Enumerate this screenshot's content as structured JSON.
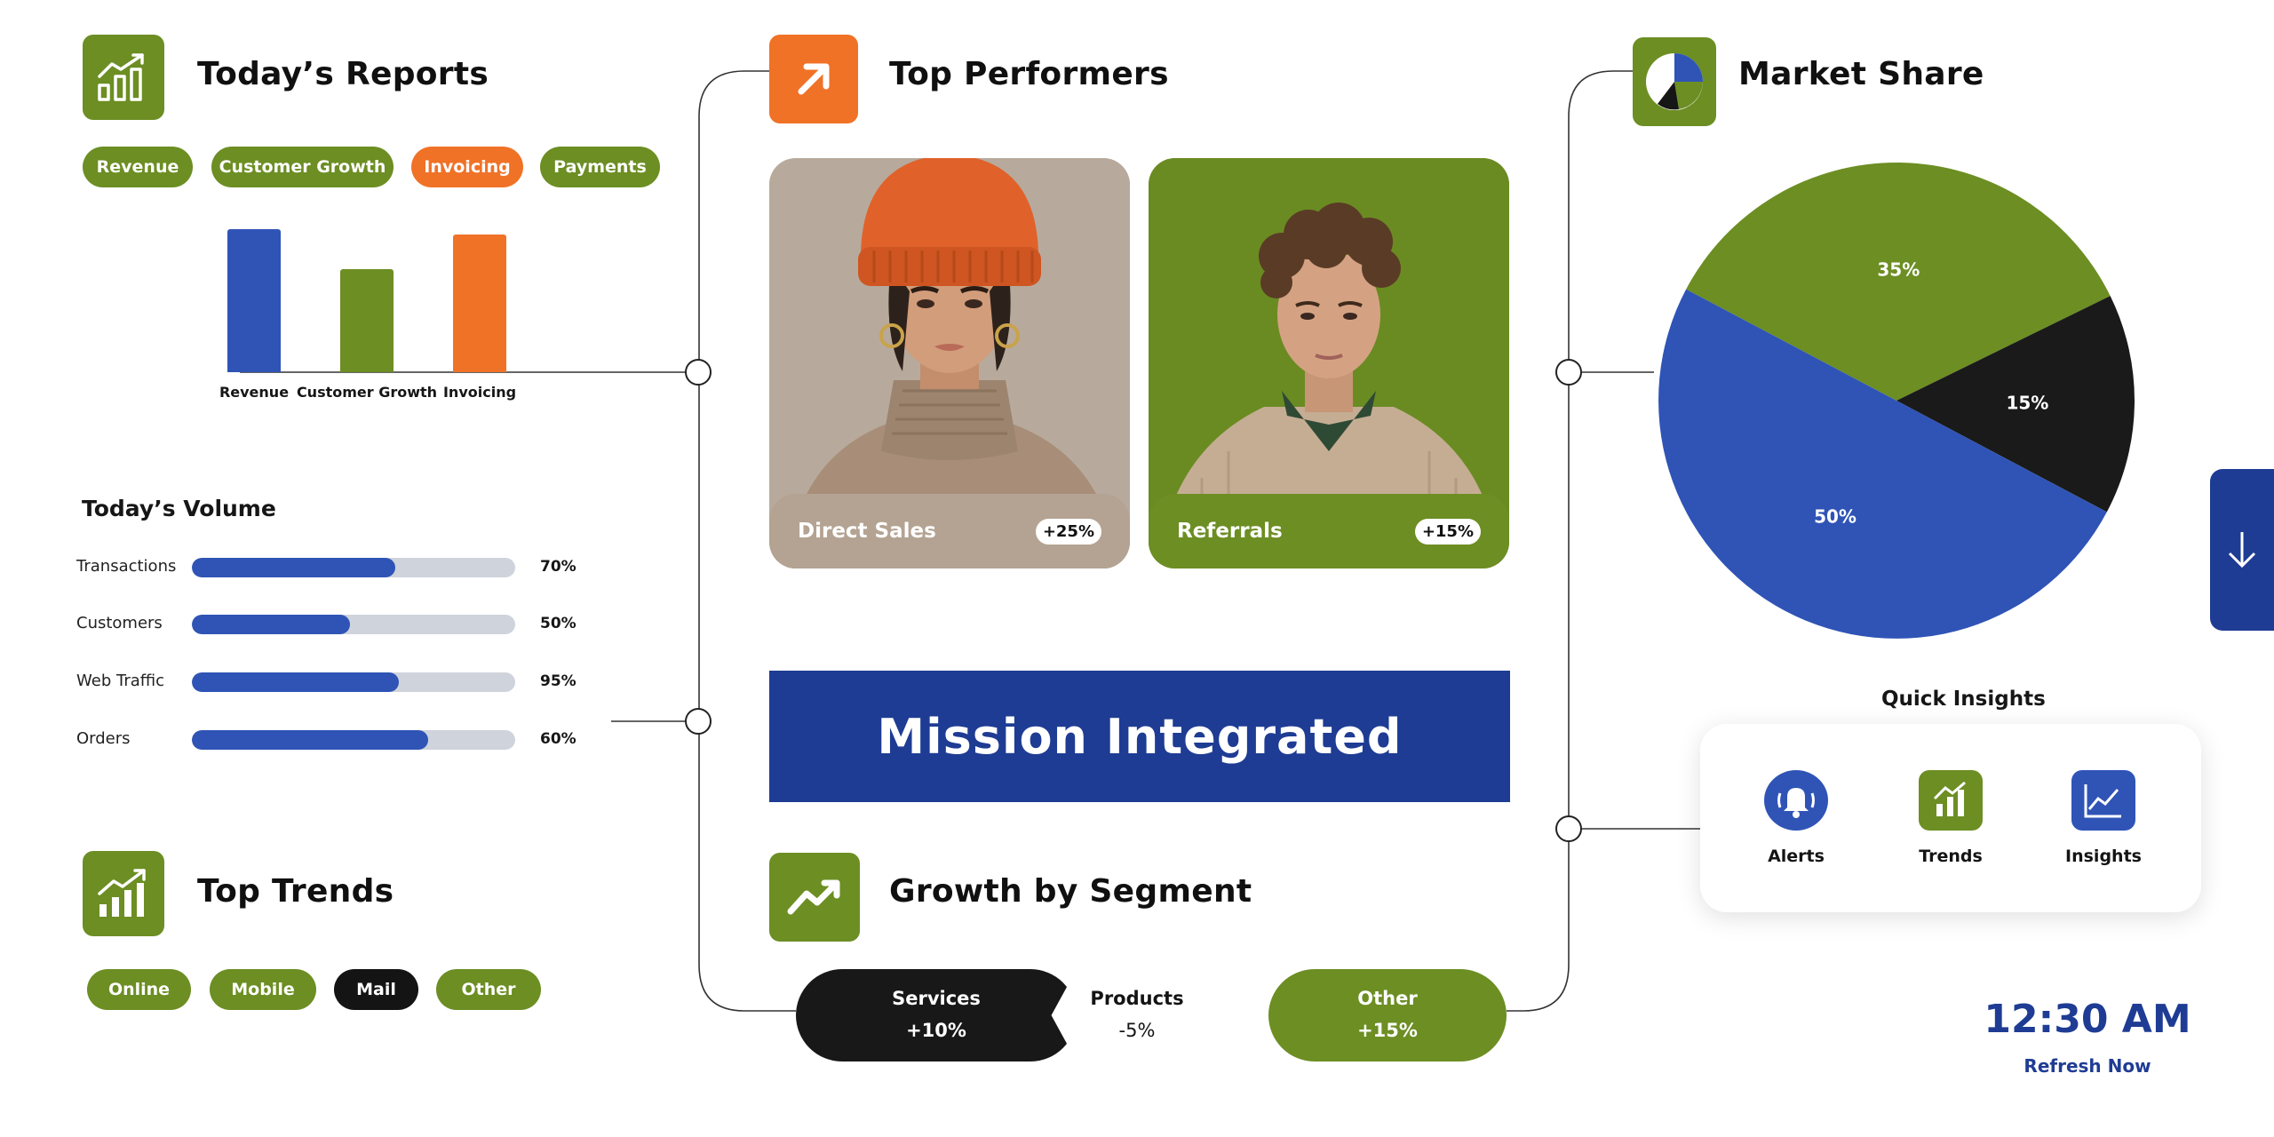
{
  "reports": {
    "title": "Today’s Reports",
    "icon": "bar-chart-trend-icon",
    "filters": [
      "Revenue",
      "Customer Growth",
      "Invoicing",
      "Payments"
    ],
    "active_filter": "Invoicing"
  },
  "chart_data": {
    "type": "bar",
    "categories": [
      "Revenue",
      "Customer Growth",
      "Invoicing"
    ],
    "values": [
      100,
      72,
      96
    ],
    "ylim": [
      0,
      100
    ],
    "colors": [
      "#2f54b6",
      "#6c8e23",
      "#f07227"
    ]
  },
  "volume": {
    "title": "Today’s Volume",
    "rows": [
      {
        "label": "Transactions",
        "pct": "70%",
        "fill": 0.63
      },
      {
        "label": "Customers",
        "pct": "50%",
        "fill": 0.49
      },
      {
        "label": "Web Traffic",
        "pct": "95%",
        "fill": 0.64
      },
      {
        "label": "Orders",
        "pct": "60%",
        "fill": 0.73
      }
    ]
  },
  "trends": {
    "title": "Top Trends",
    "icon": "growth-chart-icon",
    "filters": [
      "Online",
      "Mobile",
      "Mail",
      "Other"
    ],
    "active_filter": "Mail"
  },
  "performers": {
    "title": "Top Performers",
    "icon": "arrow-up-right-icon",
    "cards": [
      {
        "name": "Direct Sales",
        "change": "+25%"
      },
      {
        "name": "Referrals",
        "change": "+15%"
      }
    ]
  },
  "banner": {
    "text": "Mission Integrated"
  },
  "segments": {
    "title": "Growth by Segment",
    "icon": "trending-up-icon",
    "items": [
      {
        "name": "Services",
        "change": "+10%"
      },
      {
        "name": "Products",
        "change": "-5%"
      },
      {
        "name": "Other",
        "change": "+15%"
      }
    ]
  },
  "market": {
    "title": "Market Share",
    "icon": "pie-chart-icon",
    "slices": [
      {
        "label": "35%",
        "value": 35,
        "color": "#6c8e23"
      },
      {
        "label": "15%",
        "value": 15,
        "color": "#1a1a1a"
      },
      {
        "label": "50%",
        "value": 50,
        "color": "#2f54b6"
      }
    ]
  },
  "insights": {
    "title": "Quick Insights",
    "items": [
      {
        "label": "Alerts",
        "icon": "bell-icon",
        "color": "#2f54b6"
      },
      {
        "label": "Trends",
        "icon": "bar-chart-icon",
        "color": "#6c8e23"
      },
      {
        "label": "Insights",
        "icon": "line-chart-icon",
        "color": "#2f54b6"
      }
    ]
  },
  "clock": {
    "time": "12:30 AM",
    "refresh": "Refresh Now"
  },
  "side_tab": {
    "icon": "arrow-down-icon"
  }
}
